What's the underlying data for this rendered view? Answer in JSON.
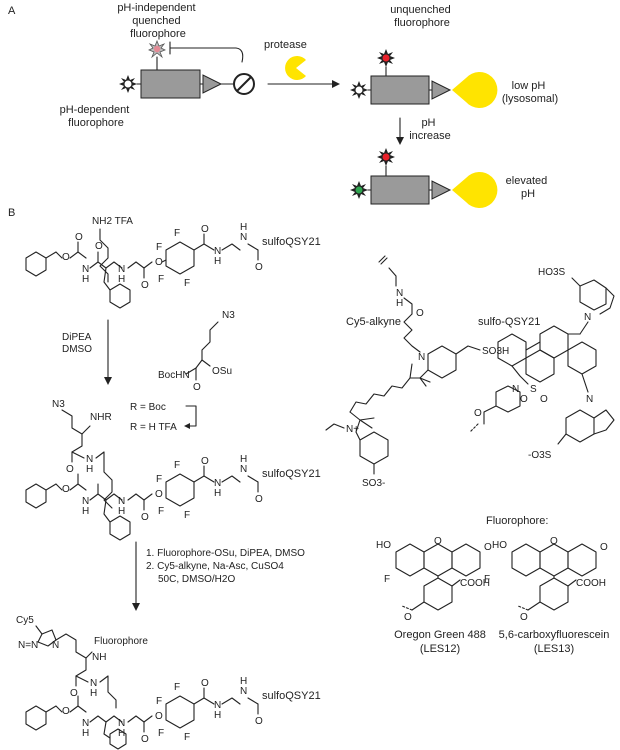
{
  "panelA": {
    "label": "A",
    "left": {
      "top_label": [
        "pH-independent",
        "quenched",
        "fluorophore"
      ],
      "bottom_label": [
        "pH-dependent",
        "fluorophore"
      ]
    },
    "protease_label": "protease",
    "right_top": {
      "top_label": [
        "unquenched",
        "fluorophore"
      ],
      "side_label": [
        "low pH",
        "(lysosomal)"
      ]
    },
    "step_label": [
      "pH",
      "increase"
    ],
    "right_bottom": {
      "side_label": [
        "elevated",
        "pH"
      ]
    },
    "colors": {
      "box": "#9a9a9a",
      "pacman": "#ffe400",
      "red_dot": "#e8202a",
      "green_dot": "#2ea44f",
      "pink_dot": "#e48a96"
    }
  },
  "panelB": {
    "label": "B",
    "compound1": {
      "side_chain": "NH2 TFA",
      "nh_labels": [
        "O",
        "N",
        "H",
        "O",
        "N",
        "H",
        "O"
      ],
      "fluoro_labels": [
        "F",
        "F",
        "F",
        "F"
      ],
      "quencher": "sulfoQSY21"
    },
    "step1": {
      "reagents": [
        "DiPEA",
        "DMSO"
      ],
      "reagent_N3": "N3",
      "reagent_boc": "BocHN",
      "reagent_osu": "OSu",
      "reagent_o": "O"
    },
    "compound2": {
      "azide": "N3",
      "nhr": "NHR",
      "r_boc": "R = Boc",
      "r_h": "R = H TFA",
      "quencher": "sulfoQSY21"
    },
    "step2": {
      "lines": [
        "1. Fluorophore-OSu, DiPEA, DMSO",
        "2. Cy5-alkyne, Na-Asc, CuSO4",
        "50C, DMSO/H2O"
      ]
    },
    "compound3": {
      "cy5": "Cy5",
      "triazole": "N=N",
      "triazole_n": "N",
      "fluorophore": "Fluorophore",
      "nh": "NH",
      "quencher": "sulfoQSY21"
    },
    "cy5_alkyne": {
      "name": "Cy5-alkyne",
      "so3h": "SO3H",
      "so3": "SO3-",
      "n_plus": "N+",
      "n": "N",
      "o": "O",
      "nh": "N",
      "h": "H"
    },
    "sulfo_qsy21": {
      "name": "sulfo-QSY21",
      "so3_top": "HO3S",
      "so3_bottom": "-O3S",
      "s": "S",
      "o": "O",
      "n": "N"
    },
    "fluorophore_title": "Fluorophore:",
    "fluorophores": [
      {
        "name": "Oregon Green 488",
        "code": "(LES12)",
        "ho": "HO",
        "o": "O",
        "f_left": "F",
        "f_right": "F",
        "cooh": "COOH"
      },
      {
        "name": "5,6-carboxyfluorescein",
        "code": "(LES13)",
        "ho": "HO",
        "o": "O",
        "cooh": "COOH"
      }
    ]
  }
}
